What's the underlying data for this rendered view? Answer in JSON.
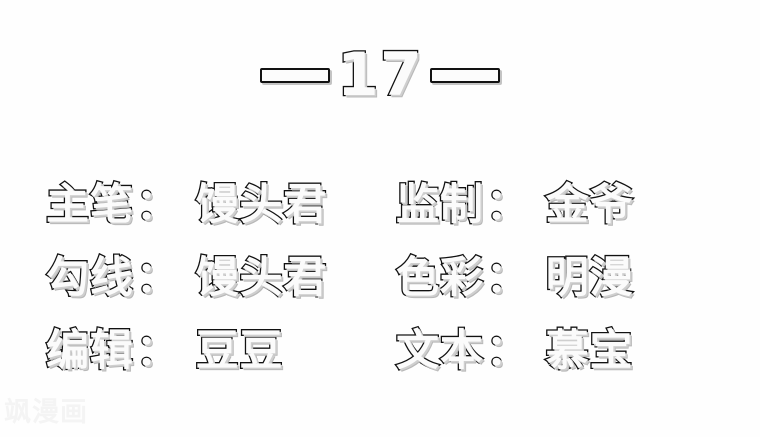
{
  "page": {
    "background_color": "#ffffff",
    "text_color": "#111111"
  },
  "title": {
    "left_dash": "—",
    "number": "17",
    "right_dash": "—",
    "full_text": "—17—"
  },
  "credits": {
    "separator": "：",
    "entries": [
      {
        "role": "主笔",
        "name": "馒头君",
        "column": 1,
        "row": 1
      },
      {
        "role": "监制",
        "name": "金爷",
        "column": 2,
        "row": 1
      },
      {
        "role": "勾线",
        "name": "馒头君",
        "column": 1,
        "row": 2
      },
      {
        "role": "色彩",
        "name": "明漫",
        "column": 2,
        "row": 2
      },
      {
        "role": "编辑",
        "name": "豆豆",
        "column": 1,
        "row": 3
      },
      {
        "role": "文本",
        "name": "慕宝",
        "column": 2,
        "row": 3
      }
    ]
  },
  "watermark": {
    "text": "飒漫画",
    "color": "#f4f4f4"
  }
}
